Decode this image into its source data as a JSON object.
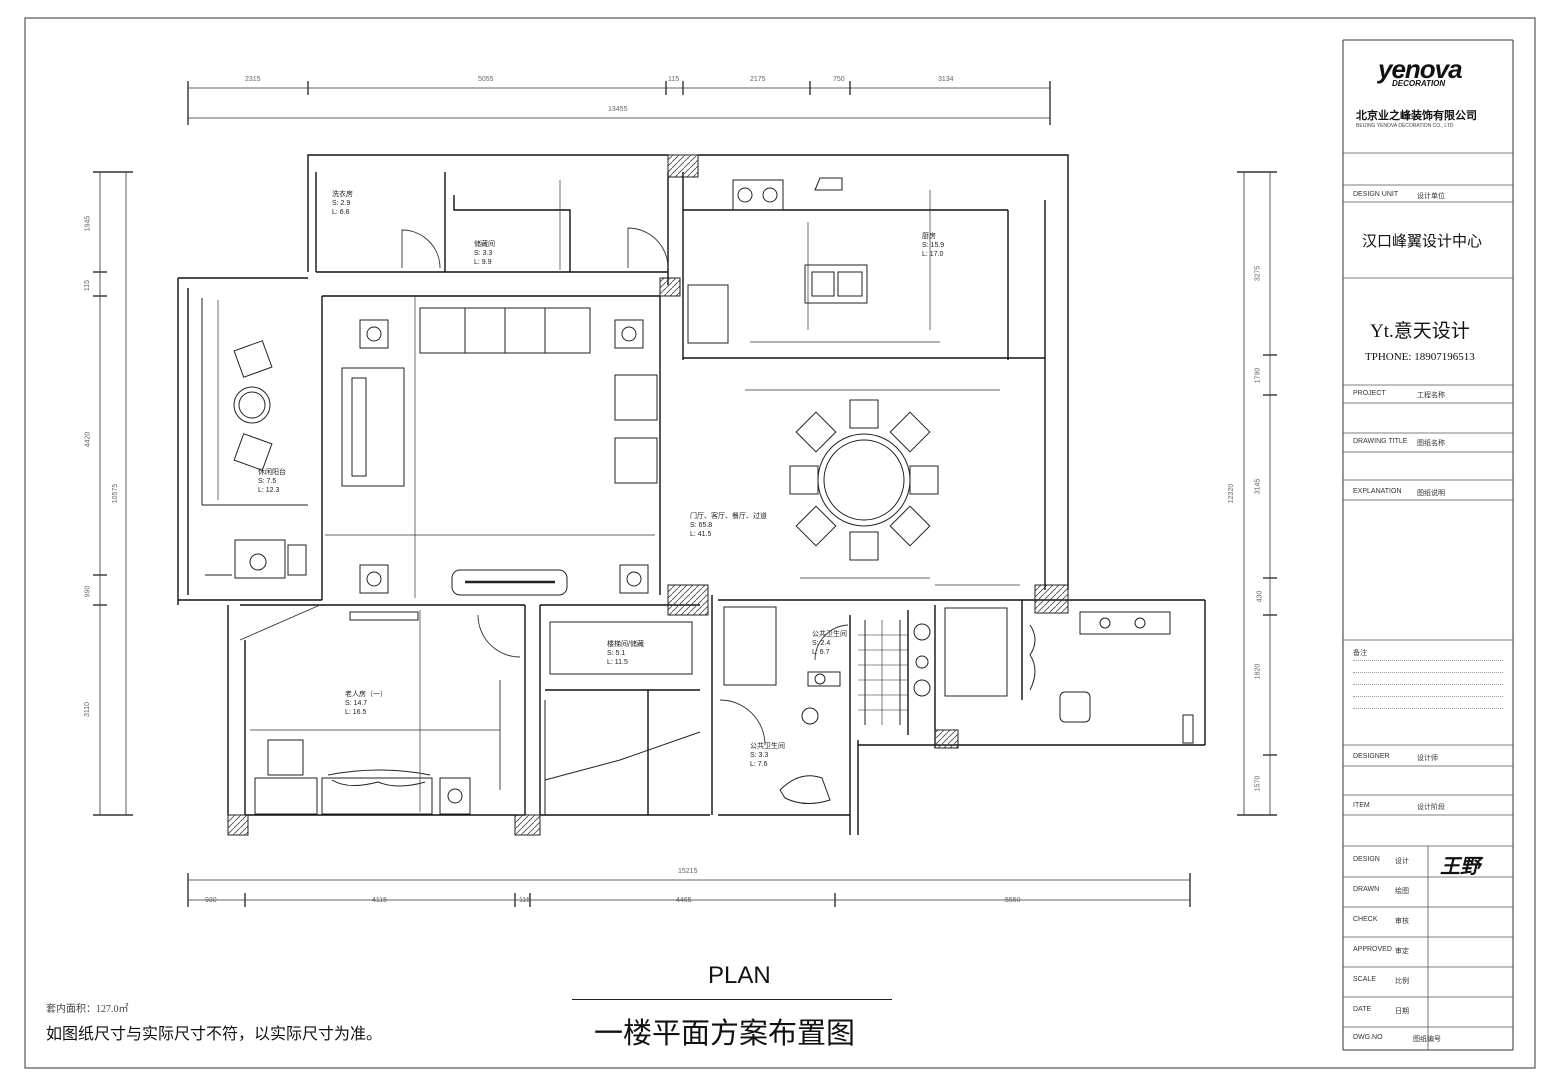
{
  "company": {
    "logo": "yenova",
    "logo_sub": "DECORATION",
    "name_cn": "北京业之峰装饰有限公司",
    "name_en": "BEIJING YENOVA DECORATION CO., LTD"
  },
  "title_block": {
    "design_unit_label": "DESIGN UNIT",
    "design_unit_value": "设计单位",
    "center_name": "汉口峰翼设计中心",
    "studio": "Yt.意天设计",
    "phone": "TPHONE: 18907196513",
    "project_label": "PROJECT",
    "project_value": "工程名称",
    "drawing_label": "DRAWING TITLE",
    "drawing_value": "图纸名称",
    "explanation_label": "EXPLANATION",
    "explanation_value": "图纸说明",
    "notes_title": "备注",
    "designer_label": "DESIGNER",
    "designer_value": "设计师",
    "item_label": "ITEM",
    "item_value": "设计阶段",
    "sign_rows": [
      {
        "label": "DESIGN",
        "value": "设计"
      },
      {
        "label": "DRAWN",
        "value": "绘图"
      },
      {
        "label": "CHECK",
        "value": "审核"
      },
      {
        "label": "APPROVED",
        "value": "审定"
      },
      {
        "label": "SCALE",
        "value": "比例"
      },
      {
        "label": "DATE",
        "value": "日期"
      },
      {
        "label": "DWG.NO",
        "value": "图纸编号"
      }
    ],
    "signature": "王野"
  },
  "plan": {
    "heading_en": "PLAN",
    "heading_cn": "一楼平面方案布置图",
    "area_note": "套内面积：127.0㎡",
    "disclaimer": "如图纸尺寸与实际尺寸不符，以实际尺寸为准。"
  },
  "dimensions": {
    "top_segments": [
      "2315",
      "5055",
      "115",
      "2175",
      "750",
      "3134"
    ],
    "top_total": "13455",
    "bottom_total": "15215",
    "bottom_segments": [
      "930",
      "4115",
      "115",
      "4465",
      "5550"
    ],
    "left_segments": [
      "1945",
      "115",
      "4420",
      "990",
      "3110"
    ],
    "left_total": "10575",
    "right_segments": [
      "3275",
      "1790",
      "3145",
      "430",
      "1820",
      "1570"
    ],
    "right_total": "12320"
  },
  "rooms": [
    {
      "name": "洗衣房",
      "s": "S: 2.9",
      "l": "L: 6.8"
    },
    {
      "name": "储藏间",
      "s": "S: 3.3",
      "l": "L: 9.9"
    },
    {
      "name": "厨房",
      "s": "S: 15.9",
      "l": "L: 17.0"
    },
    {
      "name": "休闲阳台",
      "s": "S: 7.5",
      "l": "L: 12.3"
    },
    {
      "name": "门厅、客厅、餐厅、过道",
      "s": "S: 65.8",
      "l": "L: 41.5"
    },
    {
      "name": "老人房（一）",
      "s": "S: 14.7",
      "l": "L: 16.5"
    },
    {
      "name": "楼梯间/储藏",
      "s": "S: 5.1",
      "l": "L: 11.5"
    },
    {
      "name": "公共卫生间",
      "s": "S: 2.4",
      "l": "L: 6.7"
    },
    {
      "name": "公共卫生间",
      "s": "S: 3.3",
      "l": "L: 7.6"
    }
  ]
}
